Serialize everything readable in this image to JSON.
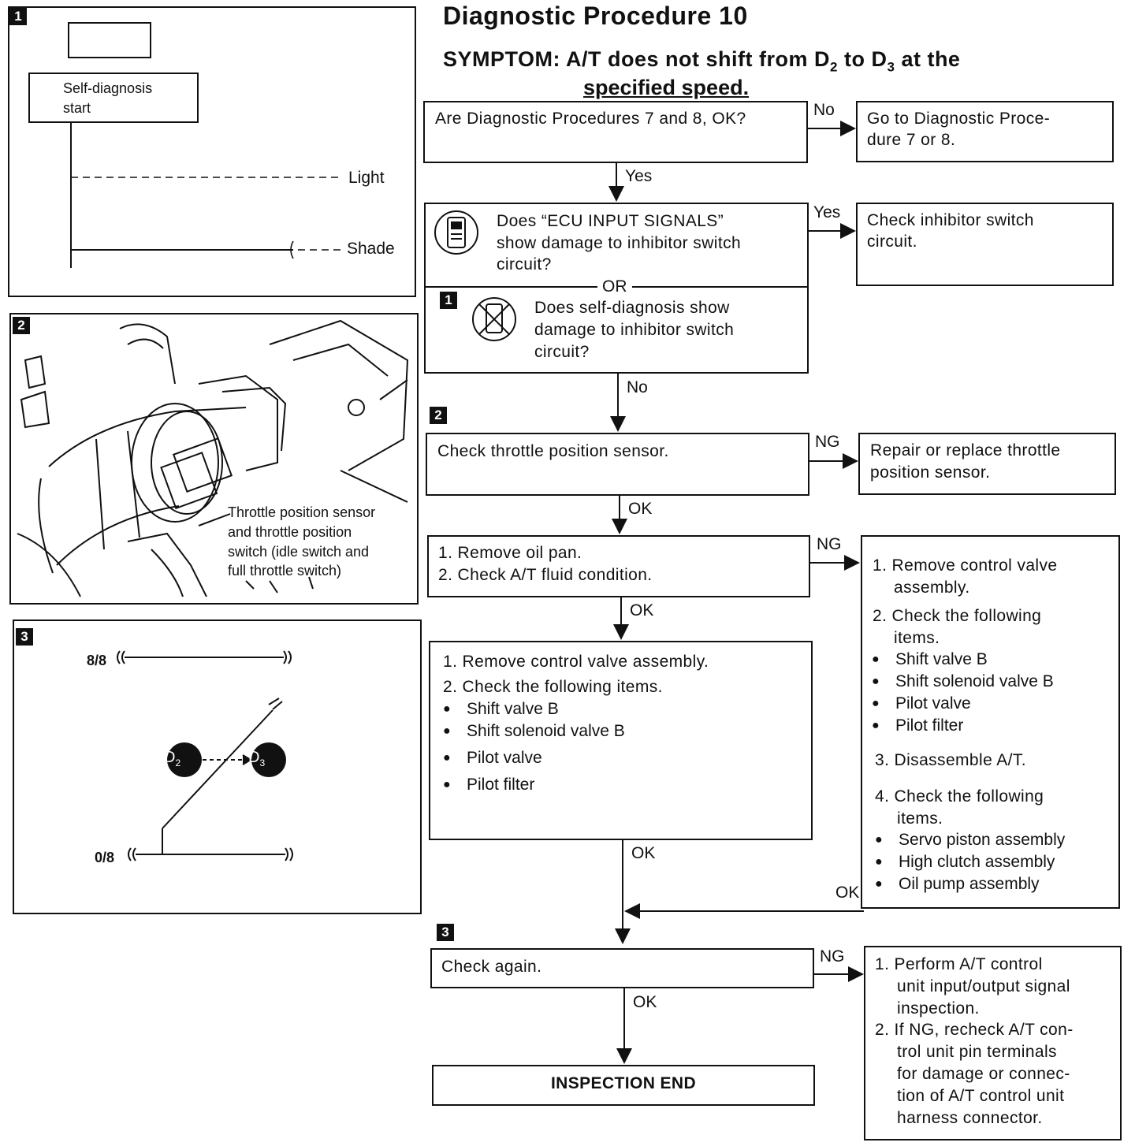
{
  "header": {
    "title": "Diagnostic Procedure 10",
    "symptom_prefix": "SYMPTOM: A/T does not shift from D",
    "symptom_sub1": "2",
    "symptom_mid": " to D",
    "symptom_sub2": "3",
    "symptom_suffix": " at the",
    "symptom_line2": "specified speed."
  },
  "fig1": {
    "num": "1",
    "start_line1": "Self-diagnosis",
    "start_line2": "start",
    "light": "Light",
    "shade": "Shade"
  },
  "fig2": {
    "num": "2",
    "callout_l1": "Throttle position sensor",
    "callout_l2": "and throttle position",
    "callout_l3": "switch (idle switch and",
    "callout_l4": "full throttle switch)"
  },
  "fig3": {
    "num": "3",
    "top_label": "8/8",
    "bottom_label": "0/8",
    "from_gear": "D",
    "from_sub": "2",
    "to_gear": "D",
    "to_sub": "3"
  },
  "flow": {
    "q1": "Are Diagnostic Procedures 7 and 8, OK?",
    "q1_no": "No",
    "q1_no_l1": "Go to Diagnostic Proce-",
    "q1_no_l2": "dure 7 or 8.",
    "q1_yes": "Yes",
    "q2_l1": "Does “ECU INPUT SIGNALS”",
    "q2_l2": "show damage to inhibitor switch",
    "q2_l3": "circuit?",
    "q2_or": "OR",
    "q2_num": "1",
    "q2b_l1": "Does self-diagnosis show",
    "q2b_l2": "damage to inhibitor switch",
    "q2b_l3": "circuit?",
    "q2_yes": "Yes",
    "q2_yes_l1": "Check inhibitor switch",
    "q2_yes_l2": "circuit.",
    "q2_no": "No",
    "s3_num": "2",
    "s3": "Check throttle position sensor.",
    "s3_ng": "NG",
    "s3_ng_l1": "Repair or replace throttle",
    "s3_ng_l2": "position sensor.",
    "s3_ok": "OK",
    "s4_l1": "1. Remove oil pan.",
    "s4_l2": "2. Check A/T fluid condition.",
    "s4_ng": "NG",
    "s4_ok": "OK",
    "s5_l1": "1. Remove control valve assembly.",
    "s5_l2": "2. Check the following items.",
    "s5_items": [
      "Shift valve B",
      "Shift solenoid valve B",
      "Pilot valve",
      "Pilot filter"
    ],
    "s5_ok": "OK",
    "r4_l1": "1. Remove control valve",
    "r4_l2": "assembly.",
    "r4_l3": "2. Check the following",
    "r4_l4": "items.",
    "r4_items": [
      "Shift valve B",
      "Shift solenoid valve B",
      "Pilot valve",
      "Pilot filter"
    ],
    "r4_l5": "3. Disassemble A/T.",
    "r4_l6": "4. Check the following",
    "r4_l7": "items.",
    "r4_items2": [
      "Servo piston assembly",
      "High clutch assembly",
      "Oil pump assembly"
    ],
    "r4_ok": "OK",
    "s6_num": "3",
    "s6": "Check again.",
    "s6_ng": "NG",
    "s6_ok": "OK",
    "r6_l1": "1. Perform A/T control",
    "r6_l2": "unit input/output signal",
    "r6_l3": "inspection.",
    "r6_l4": "2. If NG, recheck A/T con-",
    "r6_l5": "trol unit pin terminals",
    "r6_l6": "for damage or connec-",
    "r6_l7": "tion of A/T control unit",
    "r6_l8": "harness connector.",
    "end": "INSPECTION END"
  }
}
